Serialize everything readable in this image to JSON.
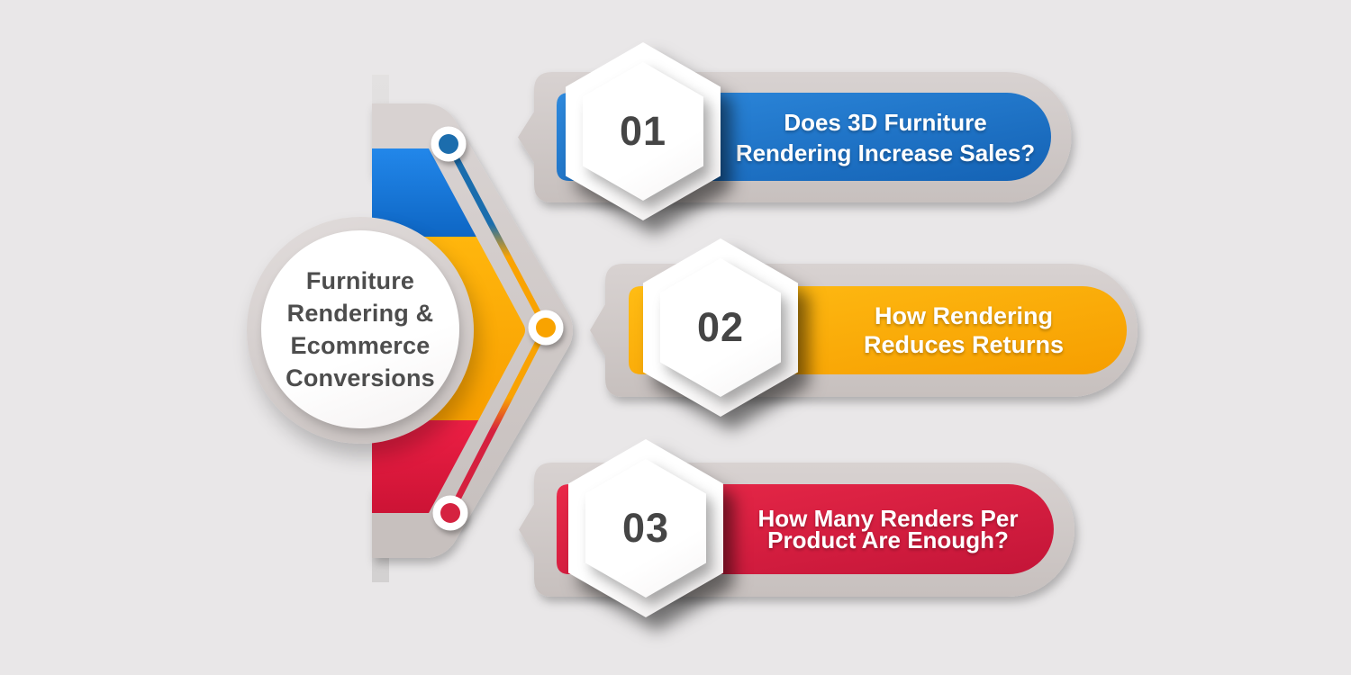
{
  "hub": {
    "lines": [
      "Furniture",
      "Rendering &",
      "Ecommerce",
      "Conversions"
    ]
  },
  "items": [
    {
      "number": "01",
      "line1": "Does 3D Furniture",
      "line2": "Rendering Increase Sales?",
      "color": "#1b72c8"
    },
    {
      "number": "02",
      "line1": "How Rendering",
      "line2": "Reduces Returns",
      "color": "#fdae02"
    },
    {
      "number": "03",
      "line1": "How Many Renders Per",
      "line2": "Product Are Enough?",
      "color": "#d2203f"
    }
  ],
  "colors": {
    "background": "#e9e7e8",
    "band": "#d1cac8",
    "bar": "#dbd9d9",
    "blue": "#1b72c8",
    "orange": "#fdae02",
    "red": "#d2203f",
    "text_dark": "#4d4d4d",
    "text_light": "#ffffff"
  }
}
